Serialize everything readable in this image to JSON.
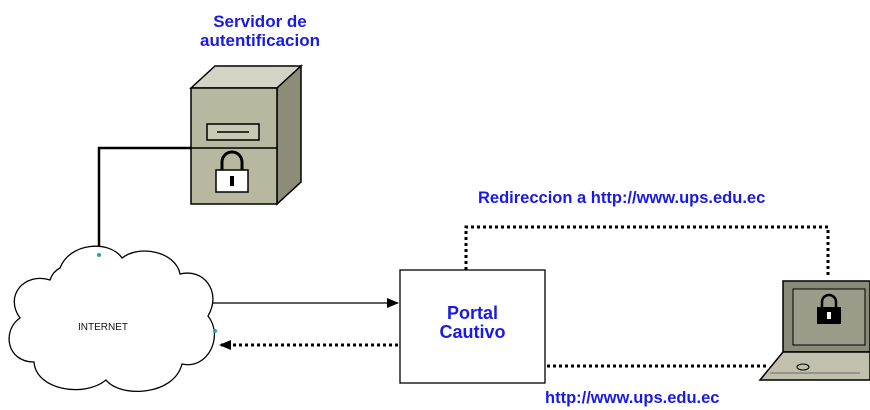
{
  "server": {
    "title_line1": "Servidor de",
    "title_line2": "autentificacion",
    "icon": "server-lock-icon"
  },
  "internet": {
    "label": "INTERNET",
    "icon": "cloud-icon"
  },
  "portal": {
    "line1": "Portal",
    "line2": "Cautivo"
  },
  "client": {
    "icon": "laptop-lock-icon"
  },
  "links": {
    "redirect_label": "Redireccion a http://www.ups.edu.ec",
    "request_label": "http://www.ups.edu.ec"
  },
  "colors": {
    "label_blue": "#1a1ae6",
    "line": "#000000",
    "server_body": "#b8b8a0"
  }
}
